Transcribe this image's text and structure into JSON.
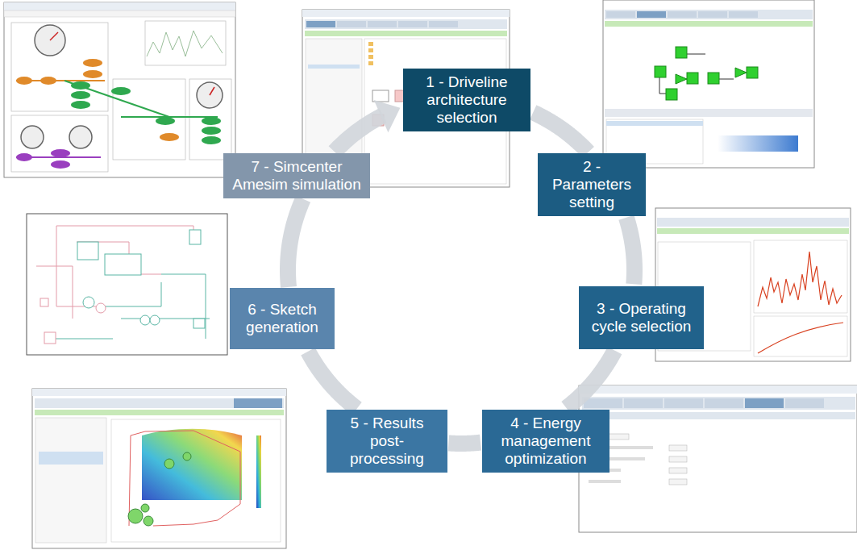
{
  "diagram": {
    "nodes": [
      {
        "text": [
          "1 - Driveline architecture selection"
        ]
      },
      {
        "text": [
          "2 - Parameters setting"
        ]
      },
      {
        "text": [
          "3 - Operating cycle selection"
        ]
      },
      {
        "text": [
          "4 - Energy management optimization"
        ]
      },
      {
        "text": [
          "5 - Results post-processing"
        ]
      },
      {
        "text": [
          "6 - Sketch generation"
        ]
      },
      {
        "text": [
          "7 - Simcenter Amesim simulation"
        ]
      }
    ],
    "edges": [
      {
        "from": 0,
        "to": 1,
        "arrow": "none"
      },
      {
        "from": 1,
        "to": 2,
        "arrow": "none"
      },
      {
        "from": 2,
        "to": 3,
        "arrow": "none"
      },
      {
        "from": 3,
        "to": 4,
        "arrow": "none"
      },
      {
        "from": 4,
        "to": 5,
        "arrow": "none"
      },
      {
        "from": 5,
        "to": 6,
        "arrow": "none"
      },
      {
        "from": 6,
        "to": 0,
        "arrow": "to"
      }
    ]
  }
}
